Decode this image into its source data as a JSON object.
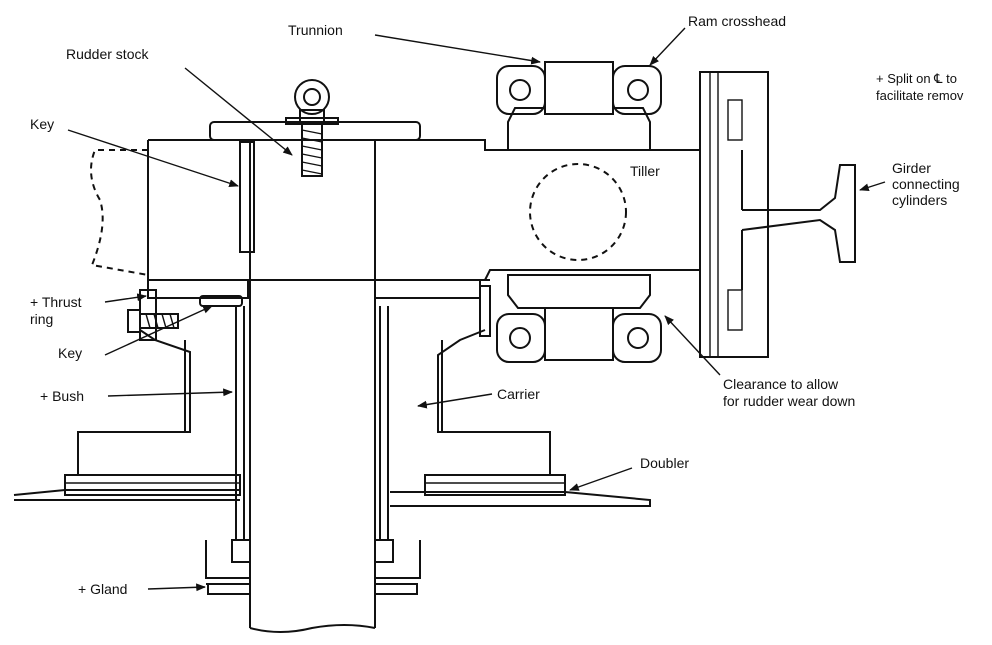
{
  "diagram": {
    "labels": {
      "trunnion": "Trunnion",
      "ram_crosshead": "Ram crosshead",
      "rudder_stock": "Rudder stock",
      "split_note_1": "+ Split on ℄ to",
      "split_note_2": "facilitate remov",
      "key_top": "Key",
      "tiller": "Tiller",
      "girder_1": "Girder",
      "girder_2": "connecting",
      "girder_3": "cylinders",
      "thrust_ring_1": "+ Thrust",
      "thrust_ring_2": "ring",
      "key_lower": "Key",
      "bush": "+ Bush",
      "carrier": "Carrier",
      "clearance_1": "Clearance to allow",
      "clearance_2": "for rudder wear down",
      "doubler": "Doubler",
      "gland": "+ Gland"
    },
    "colors": {
      "ink": "#111111",
      "paper": "#ffffff"
    }
  }
}
